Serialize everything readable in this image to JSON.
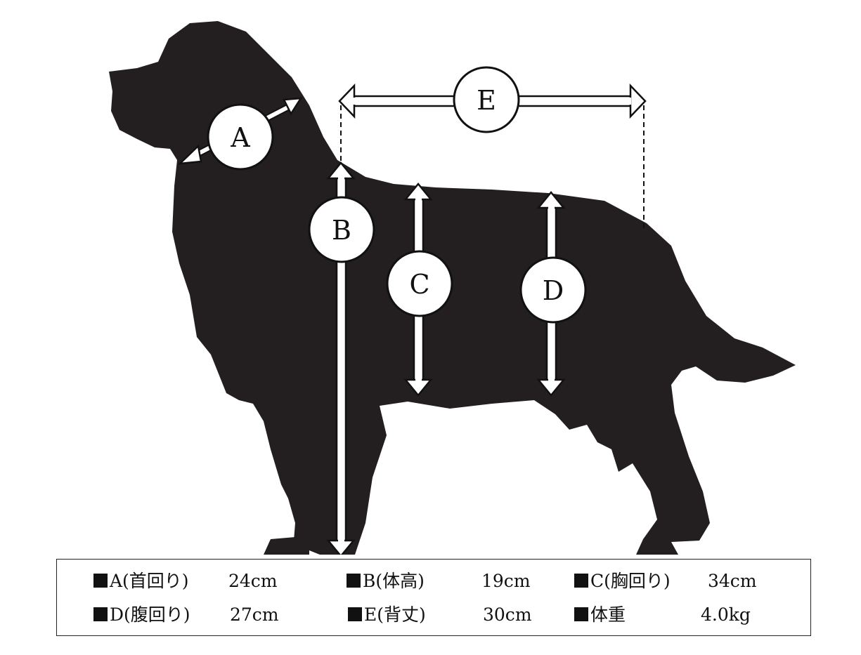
{
  "labels": {
    "a": "A",
    "b": "B",
    "c": "C",
    "d": "D",
    "e": "E"
  },
  "measurements": [
    {
      "item": "A(首回り)",
      "value": "24cm"
    },
    {
      "item": "B(体高)",
      "value": "19cm"
    },
    {
      "item": "C(胸回り)",
      "value": "34cm"
    },
    {
      "item": "D(腹回り)",
      "value": "27cm"
    },
    {
      "item": "E(背丈)",
      "value": "30cm"
    },
    {
      "item": "体重",
      "value": "4.0kg"
    }
  ],
  "colors": {
    "silhouette": "#231f20",
    "arrow_fill": "#ffffff",
    "arrow_stroke": "#111111"
  },
  "icons": {
    "bullet": "black-square-icon",
    "figure": "dog-silhouette-icon"
  }
}
